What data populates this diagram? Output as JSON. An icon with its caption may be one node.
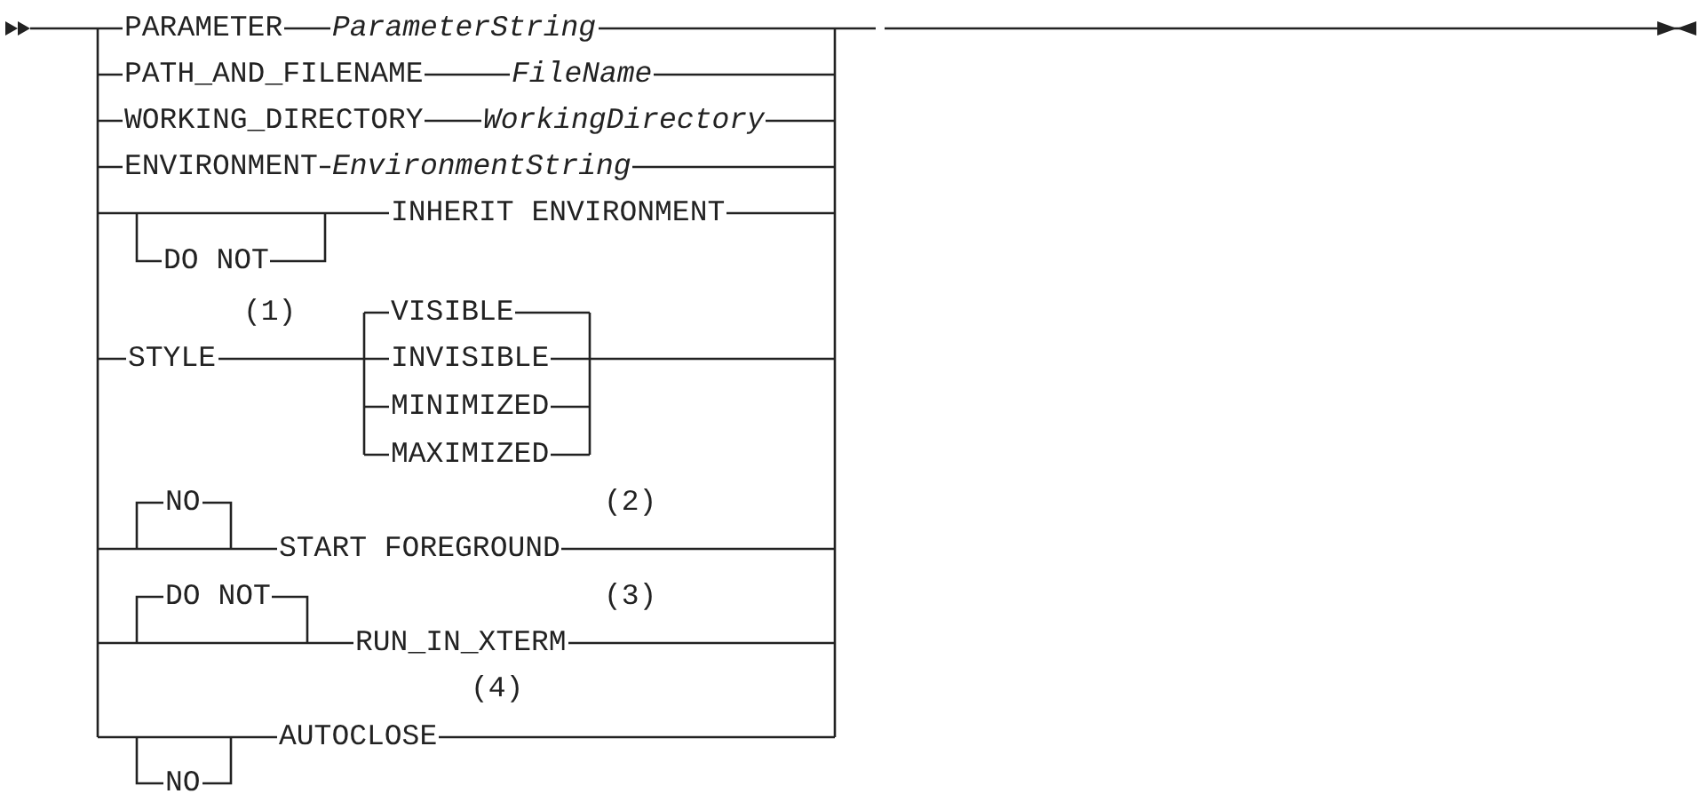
{
  "diagram": {
    "labels": [
      "PARAMETER",
      "ParameterString",
      "PATH_AND_FILENAME",
      "FileName",
      "WORKING_DIRECTORY",
      "WorkingDirectory",
      "ENVIRONMENT",
      "EnvironmentString",
      "INHERIT ENVIRONMENT",
      "DO NOT",
      "(1)",
      "VISIBLE",
      "STYLE",
      "INVISIBLE",
      "MINIMIZED",
      "MAXIMIZED",
      "NO",
      "(2)",
      "START FOREGROUND",
      "DO NOT",
      "(3)",
      "RUN_IN_XTERM",
      "(4)",
      "AUTOCLOSE",
      "NO"
    ]
  }
}
